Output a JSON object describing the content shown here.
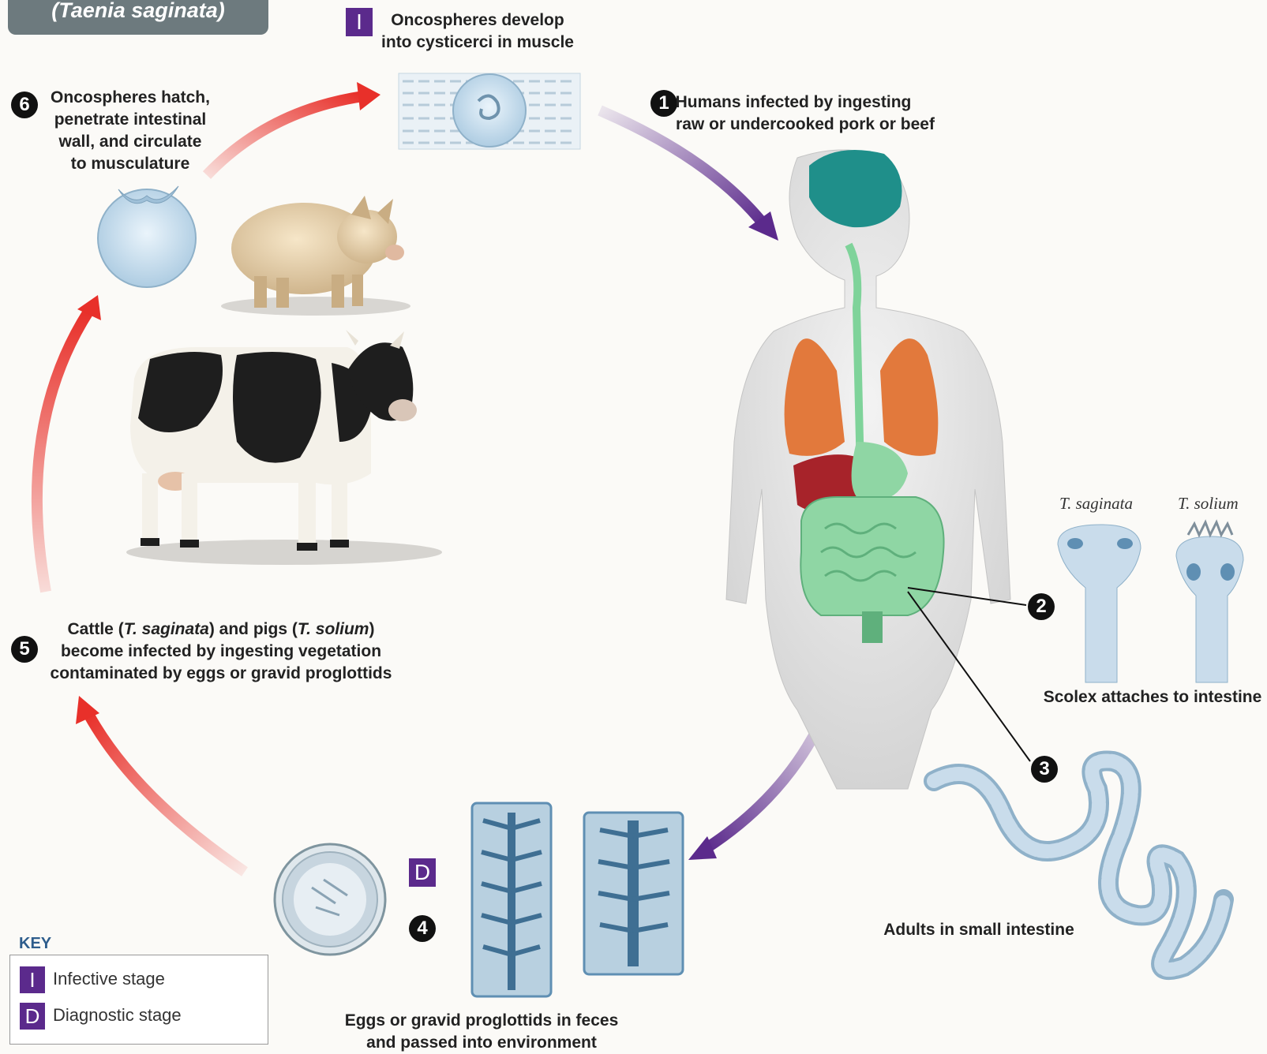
{
  "title": "(Taenia saginata)",
  "stages": {
    "s1": {
      "number": "1",
      "text_l1": "Humans infected by ingesting",
      "text_l2": "raw or undercooked pork or beef"
    },
    "s2": {
      "number": "2",
      "caption": "Scolex attaches to intestine",
      "species_a": "T. saginata",
      "species_b": "T. solium"
    },
    "s3": {
      "number": "3",
      "caption": "Adults in small intestine"
    },
    "s4": {
      "number": "4",
      "text_l1": "Eggs or gravid proglottids in feces",
      "text_l2": "and passed into environment"
    },
    "s5": {
      "number": "5",
      "t1": "Cattle (",
      "t1i": "T. saginata",
      "t2": ") and pigs (",
      "t2i": "T. solium",
      "t3": ")",
      "text_l2": "become infected by ingesting vegetation",
      "text_l3": "contaminated by eggs or gravid proglottids"
    },
    "s6": {
      "number": "6",
      "text_l1": "Oncospheres hatch,",
      "text_l2": "penetrate intestinal",
      "text_l3": "wall, and circulate",
      "text_l4": "to musculature"
    },
    "infective": {
      "badge": "I",
      "text_l1": "Oncospheres develop",
      "text_l2": "into cysticerci in muscle"
    },
    "diagnostic": {
      "badge": "D"
    }
  },
  "key": {
    "title": "KEY",
    "items": [
      {
        "badge": "I",
        "label": "Infective stage"
      },
      {
        "badge": "D",
        "label": "Diagnostic stage"
      }
    ]
  },
  "colors": {
    "human_arrow": "#5b2a8c",
    "animal_arrow": "#e8302a",
    "badge": "#5b2a8c"
  }
}
